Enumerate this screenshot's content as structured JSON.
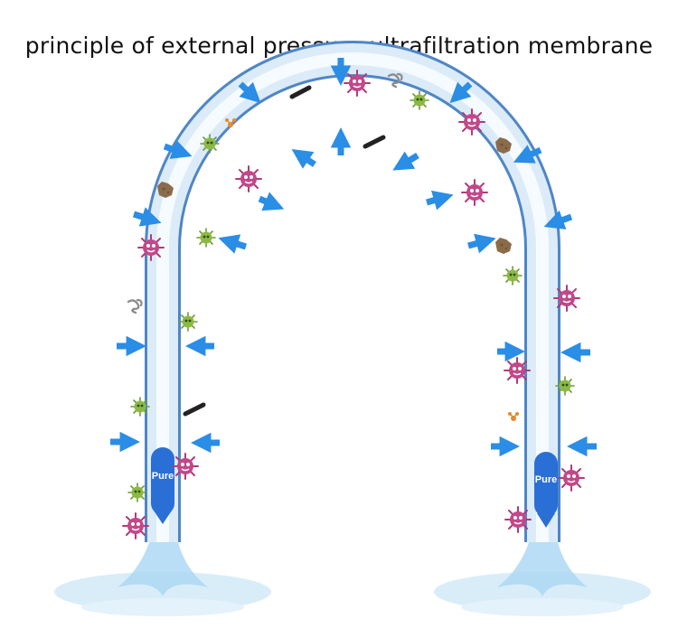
{
  "title": "principle of external pressure ultrafiltration membrane",
  "labels": {
    "left_outlet": "Pure",
    "right_outlet": "Pure"
  },
  "colors": {
    "arrow": "#2a8de6",
    "tube_edge": "#4f86c6",
    "tube_fill": "#e8f2fb",
    "outlet_capsule": "#2a6fd6",
    "virus_pink": "#b23a78",
    "virus_green": "#7aa83a",
    "particle_brown": "#8a6b4a",
    "fiber_black": "#222222",
    "fiber_gray": "#8c8c8c",
    "molecule_orange": "#e58a2e",
    "water": "#9fd0f0"
  },
  "icons": [
    "inward-arrow-icon",
    "pink-virus-icon",
    "green-bacteria-icon",
    "brown-particle-icon",
    "black-fiber-icon",
    "gray-fiber-icon",
    "orange-molecule-icon",
    "water-splash-icon"
  ]
}
